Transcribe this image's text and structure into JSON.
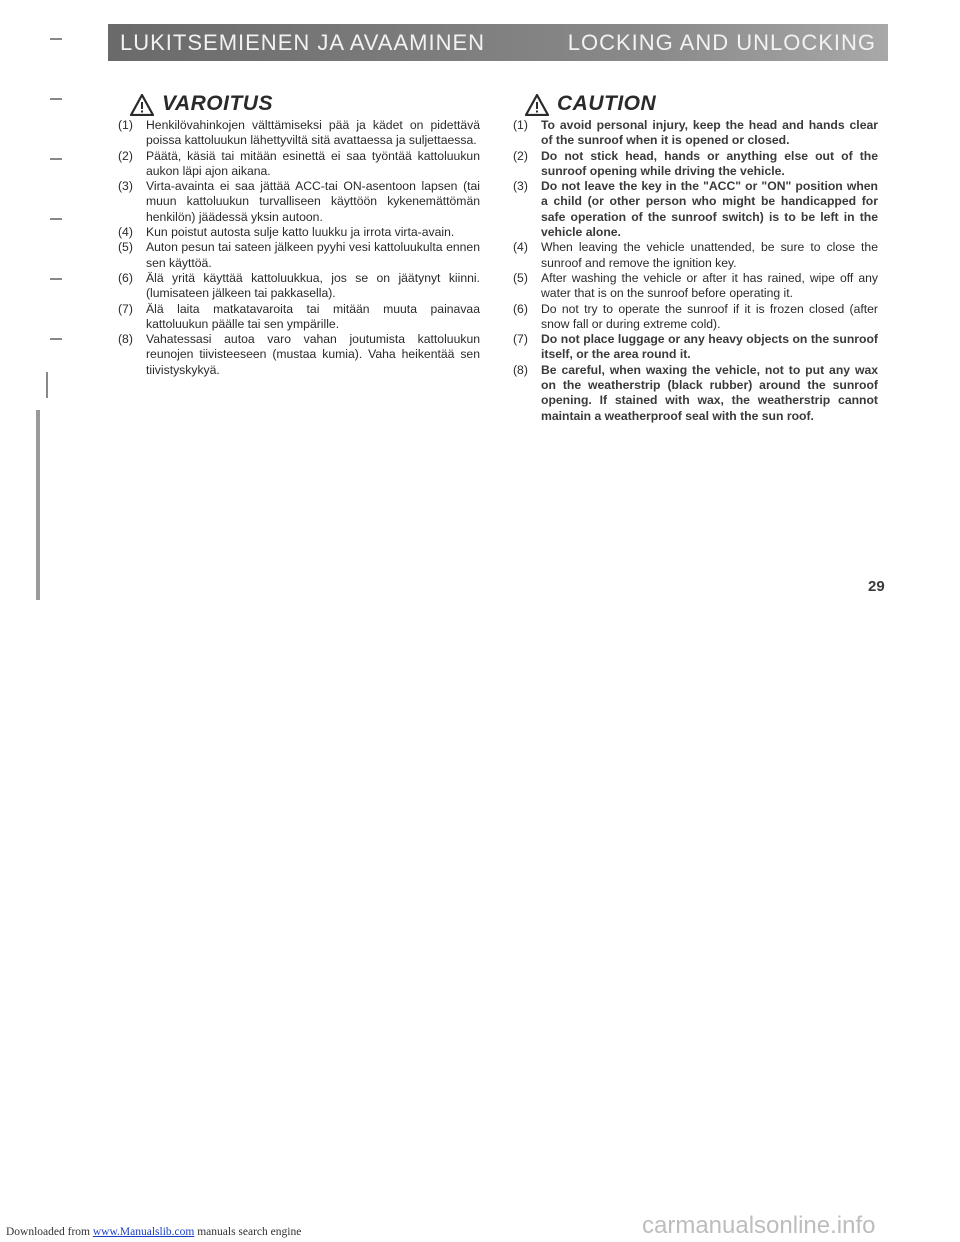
{
  "header": {
    "left_title": "LUKITSEMIENEN JA AVAAMINEN",
    "right_title": "LOCKING AND UNLOCKING"
  },
  "finnish": {
    "heading": "VAROITUS",
    "items": [
      {
        "num": "(1)",
        "text": "Henkilövahinkojen välttämiseksi pää ja kädet on pidettävä poissa kattoluukun lähettyviltä sitä avattaessa ja suljettaessa."
      },
      {
        "num": "(2)",
        "text": "Päätä, käsiä tai mitään esinettä ei saa työntää kattoluukun aukon läpi ajon aikana."
      },
      {
        "num": "(3)",
        "text": "Virta-avainta ei saa jättää ACC-tai ON-asentoon lapsen (tai muun kattoluukun turvalliseen käyttöön kykenemättömän henkilön) jäädessä yksin autoon."
      },
      {
        "num": "(4)",
        "text": "Kun poistut autosta sulje katto luukku ja irrota virta-avain."
      },
      {
        "num": "(5)",
        "text": "Auton pesun tai sateen jälkeen pyyhi vesi kattoluukulta ennen sen käyttöä."
      },
      {
        "num": "(6)",
        "text": "Älä yritä käyttää kattoluukkua, jos se on jäätynyt kiinni.(lumisateen jälkeen tai pakkasella)."
      },
      {
        "num": "(7)",
        "text": "Älä laita matkatavaroita tai mitään muuta painavaa kattoluukun päälle tai sen ympärille."
      },
      {
        "num": "(8)",
        "text": "Vahatessasi autoa varo vahan joutumista kattoluukun reunojen tiivisteeseen (mustaa kumia). Vaha heikentää sen tiivistyskykyä."
      }
    ]
  },
  "english": {
    "heading": "CAUTION",
    "items": [
      {
        "num": "(1)",
        "text": "To avoid personal injury, keep the head and hands clear of the sunroof when it is opened or closed.",
        "bold": true
      },
      {
        "num": "(2)",
        "text": "Do not stick head, hands or anything else out of the sunroof opening while driving the vehicle.",
        "bold": true
      },
      {
        "num": "(3)",
        "text": "Do not leave the key in the \"ACC\" or \"ON\" position when a child (or other person who might be handicapped for safe operation of the sunroof switch) is to be left in the vehicle alone.",
        "bold": true
      },
      {
        "num": "(4)",
        "text": "When leaving the vehicle unattended, be sure to close the sunroof and remove the ignition key.",
        "bold": false
      },
      {
        "num": "(5)",
        "text": "After washing the vehicle or after it has rained, wipe off any water that is on the sunroof before operating it.",
        "bold": false
      },
      {
        "num": "(6)",
        "text": "Do not try to operate the sunroof if it is frozen closed (after snow fall or during extreme cold).",
        "bold": false
      },
      {
        "num": "(7)",
        "text": "Do not place luggage or any heavy objects on the sunroof itself, or the area round it.",
        "bold": true
      },
      {
        "num": "(8)",
        "text": "Be careful, when waxing the vehicle, not to put any wax on the weatherstrip (black rubber) around the sunroof opening. If stained with wax, the weatherstrip cannot maintain a weatherproof seal with the sun roof.",
        "bold": true
      }
    ]
  },
  "page_number": "29",
  "footer": {
    "prefix": "Downloaded from ",
    "link_text": "www.Manualslib.com",
    "suffix": " manuals search engine",
    "watermark": "carmanualsonline.info"
  }
}
